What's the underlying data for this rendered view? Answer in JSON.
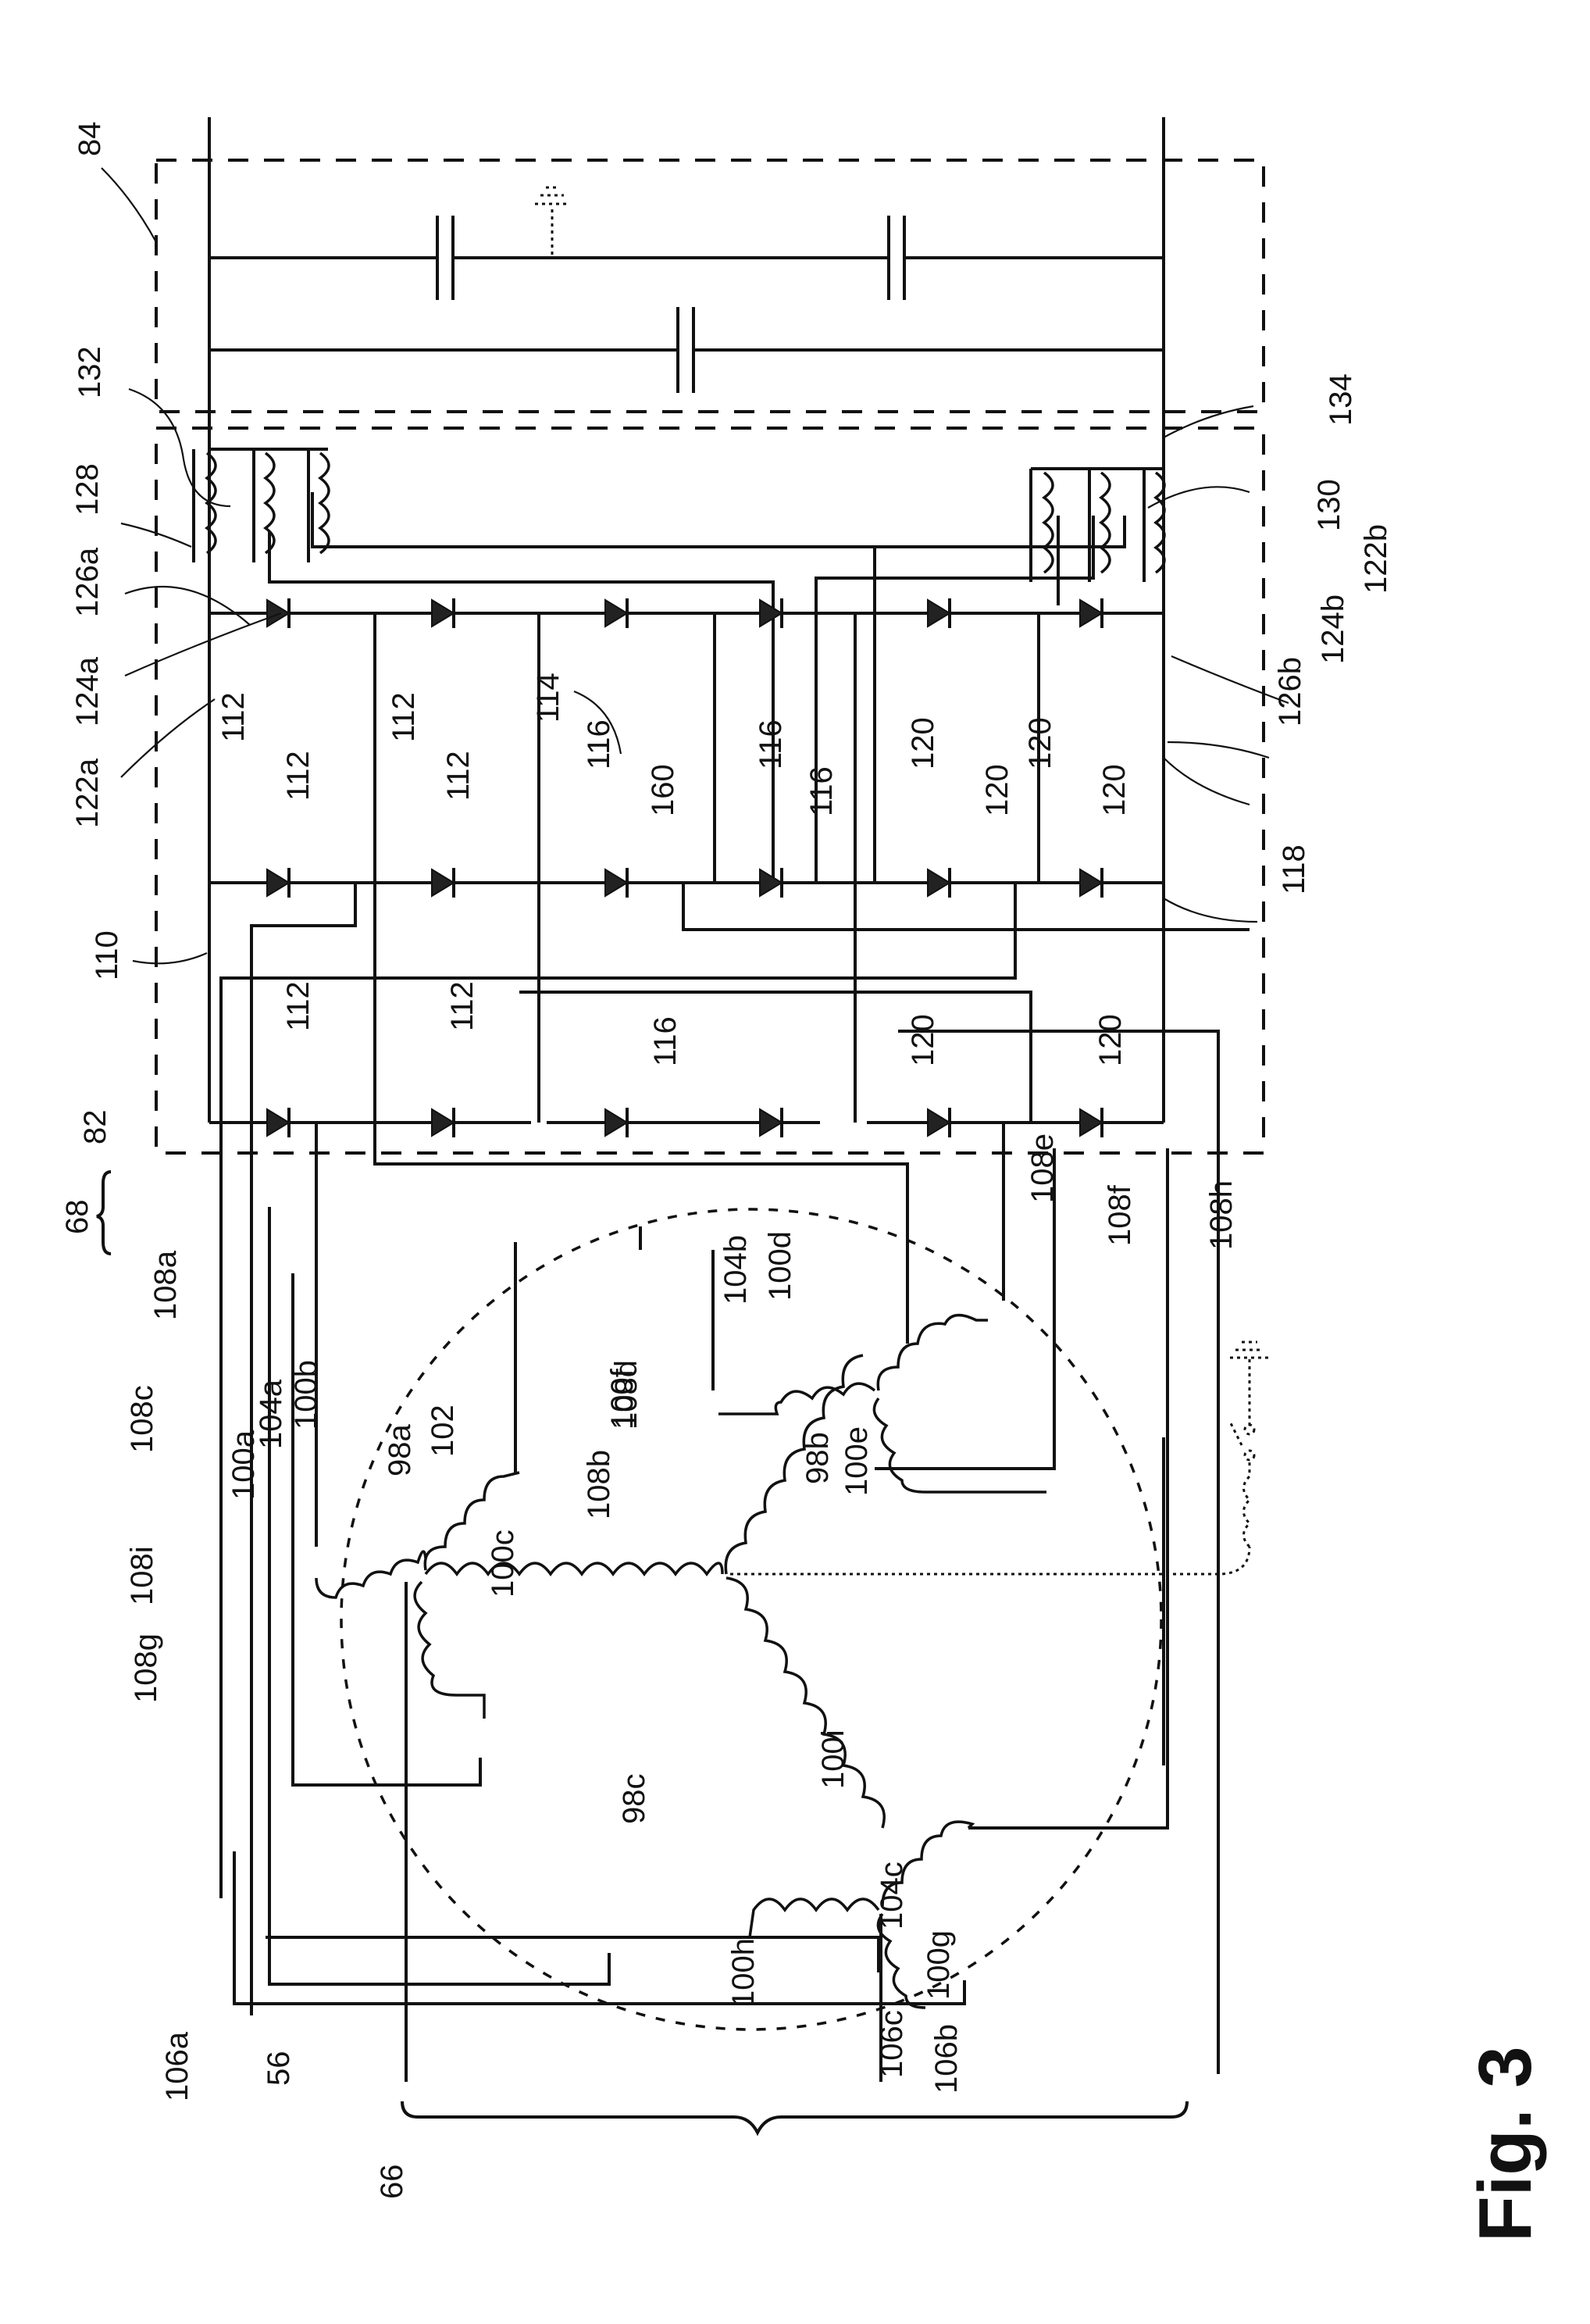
{
  "figure": {
    "title": "Fig. 3",
    "orientation": "rotated 90 degrees (landscape on portrait page)"
  },
  "components": {
    "stator": {
      "ref": "56",
      "windings": [
        "98a",
        "98b",
        "98c"
      ],
      "neutral_node": "102",
      "junctions": [
        "104a",
        "104b",
        "104c"
      ]
    },
    "coils": [
      "100a",
      "100b",
      "100c",
      "100d",
      "100e",
      "100f",
      "100g",
      "100h",
      "100i"
    ],
    "phase_lead_group": "66",
    "phase_leads": [
      "106a",
      "106b",
      "106c"
    ],
    "output_lead_group": "68",
    "output_leads": [
      "108a",
      "108b",
      "108c",
      "108d",
      "108e",
      "108f",
      "108g",
      "108h",
      "108i"
    ],
    "rectifier": {
      "ref": "82",
      "left_rail": "110",
      "right_rail": "118",
      "bus": "114",
      "diodes_a": "112",
      "diodes_b": "116",
      "diodes_c": "120",
      "special_diode": "160"
    },
    "inductors": {
      "top_group": "128",
      "bottom_group": "130",
      "leads_top": [
        "122a",
        "124a",
        "126a"
      ],
      "leads_bottom": [
        "122b",
        "124b",
        "126b"
      ]
    },
    "capacitor_bank": {
      "ref": "84",
      "terminals": [
        "132",
        "134"
      ]
    }
  },
  "labels": {
    "l84": "84",
    "l132": "132",
    "l128": "128",
    "l126a": "126a",
    "l124a": "124a",
    "l122a": "122a",
    "l110": "110",
    "l82": "82",
    "l68": "68",
    "l114": "114",
    "l134": "134",
    "l130": "130",
    "l122b": "122b",
    "l124b": "124b",
    "l126b": "126b",
    "l118": "118",
    "l112a": "112",
    "l112b": "112",
    "l112c": "112",
    "l112d": "112",
    "l112e": "112",
    "l112f": "112",
    "l116a": "116",
    "l116b": "116",
    "l116c": "116",
    "l116d": "116",
    "l160": "160",
    "l120a": "120",
    "l120b": "120",
    "l120c": "120",
    "l120d": "120",
    "l120e": "120",
    "l120f": "120",
    "l108a": "108a",
    "l108b": "108b",
    "l108c": "108c",
    "l108d": "108d",
    "l108e": "108e",
    "l108f": "108f",
    "l108g": "108g",
    "l108h": "108h",
    "l108i": "108i",
    "l100a": "100a",
    "l100b": "100b",
    "l100c": "100c",
    "l100d": "100d",
    "l100e": "100e",
    "l100f": "100f",
    "l100g": "100g",
    "l100h": "100h",
    "l100i": "100i",
    "l104a": "104a",
    "l104b": "104b",
    "l104c": "104c",
    "l102": "102",
    "l98a": "98a",
    "l98b": "98b",
    "l98c": "98c",
    "l106a": "106a",
    "l106b": "106b",
    "l106c": "106c",
    "l56": "56",
    "l66": "66"
  }
}
